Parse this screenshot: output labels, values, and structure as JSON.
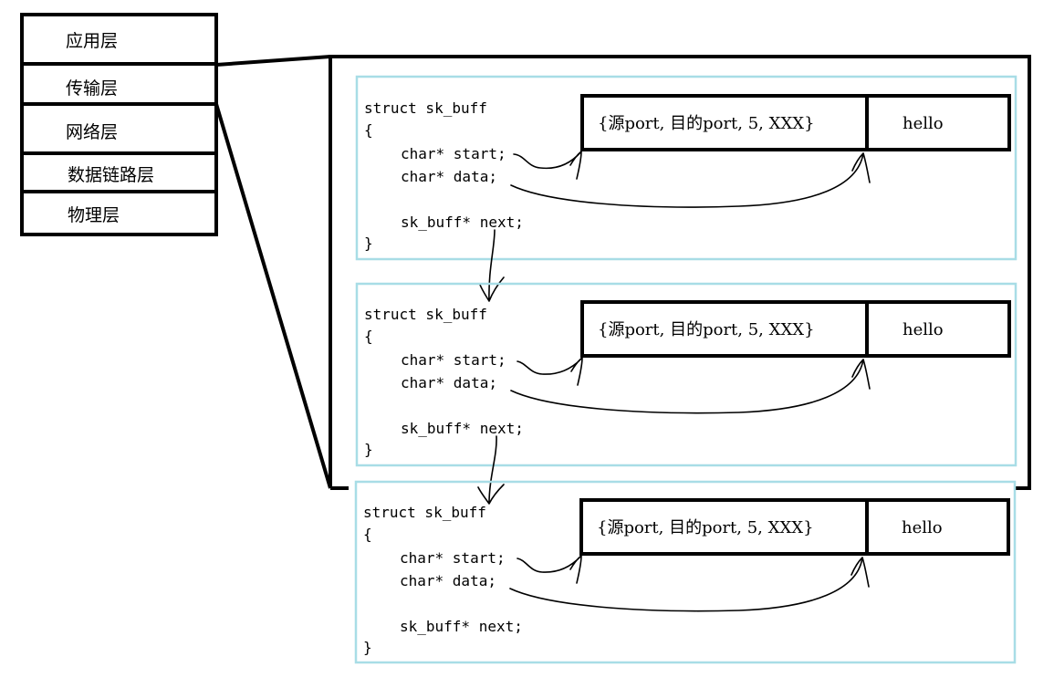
{
  "layers": [
    {
      "id": "application",
      "label": "应用层"
    },
    {
      "id": "transport",
      "label": "传输层"
    },
    {
      "id": "network",
      "label": "网络层"
    },
    {
      "id": "datalink",
      "label": "数据链路层"
    },
    {
      "id": "physical",
      "label": "物理层"
    }
  ],
  "structs": [
    {
      "header": "struct sk_buff",
      "open_brace": "{",
      "field_start": "char* start;",
      "field_data": "char* data;",
      "field_next": "sk_buff* next;",
      "close_brace": "}",
      "packet_header": "{源port, 目的port, 5, XXX}",
      "packet_payload": "hello"
    },
    {
      "header": "struct sk_buff",
      "open_brace": "{",
      "field_start": "char* start;",
      "field_data": "char* data;",
      "field_next": "sk_buff* next;",
      "close_brace": "}",
      "packet_header": "{源port, 目的port, 5, XXX}",
      "packet_payload": "hello"
    },
    {
      "header": "struct sk_buff",
      "open_brace": "{",
      "field_start": "char* start;",
      "field_data": "char* data;",
      "field_next": "sk_buff* next;",
      "close_brace": "}",
      "packet_header": "{源port, 目的port, 5, XXX}",
      "packet_payload": "hello"
    }
  ],
  "colors": {
    "struct_border": "#a8dde6",
    "line": "#000000"
  }
}
